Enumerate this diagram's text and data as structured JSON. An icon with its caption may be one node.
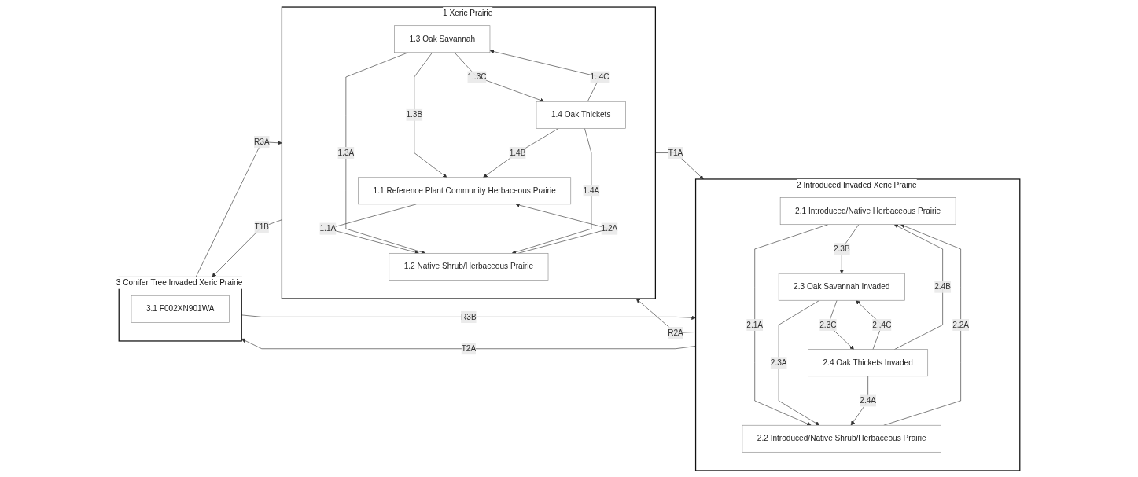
{
  "diagram": {
    "nodes": [
      {
        "text": [
          "1 Xeric Prairie"
        ]
      },
      {
        "text": [
          "1.1 Reference Plant Community Herbaceous Prairie"
        ],
        "in": 0
      },
      {
        "text": [
          "1.2 Native Shrub/Herbaceous Prairie"
        ],
        "in": 0
      },
      {
        "text": [
          "1.3 Oak Savannah"
        ],
        "in": 0
      },
      {
        "text": [
          "1.4 Oak Thickets"
        ],
        "in": 0
      },
      {
        "text": [
          "2 Introduced Invaded Xeric Prairie"
        ]
      },
      {
        "text": [
          "2.1 Introduced/Native Herbaceous Prairie"
        ],
        "in": 5
      },
      {
        "text": [
          "2.2 Introduced/Native Shrub/Herbaceous Prairie"
        ],
        "in": 5
      },
      {
        "text": [
          "2.3 Oak Savannah Invaded"
        ],
        "in": 5
      },
      {
        "text": [
          "2.4 Oak Thickets Invaded"
        ],
        "in": 5
      },
      {
        "text": [
          "3 Conifer Tree Invaded Xeric Prairie"
        ]
      },
      {
        "text": [
          "3.1 F002XN901WA"
        ],
        "in": 10
      }
    ],
    "edges": [
      {
        "from": 1,
        "to": 2,
        "arrow": "to",
        "label": "1.1A"
      },
      {
        "from": 2,
        "to": 1,
        "arrow": "to",
        "label": "1.2A"
      },
      {
        "from": 3,
        "to": 1,
        "arrow": "to",
        "label": "1.3B"
      },
      {
        "from": 3,
        "to": 2,
        "arrow": "to",
        "label": "1.3A"
      },
      {
        "from": 3,
        "to": 4,
        "arrow": "to",
        "label": "1..3C"
      },
      {
        "from": 4,
        "to": 3,
        "arrow": "to",
        "label": "1..4C"
      },
      {
        "from": 4,
        "to": 2,
        "arrow": "to",
        "label": "1.4A"
      },
      {
        "from": 4,
        "to": 1,
        "arrow": "to",
        "label": "1.4B"
      },
      {
        "from": 6,
        "to": 7,
        "arrow": "to",
        "label": "2.1A"
      },
      {
        "from": 7,
        "to": 6,
        "arrow": "to",
        "label": "2.2A"
      },
      {
        "from": 6,
        "to": 8,
        "arrow": "to",
        "label": "2.3B"
      },
      {
        "from": 8,
        "to": 7,
        "arrow": "to",
        "label": "2.3A"
      },
      {
        "from": 8,
        "to": 9,
        "arrow": "to",
        "label": "2.3C"
      },
      {
        "from": 9,
        "to": 8,
        "arrow": "to",
        "label": "2..4C"
      },
      {
        "from": 9,
        "to": 7,
        "arrow": "to",
        "label": "2.4A"
      },
      {
        "from": 9,
        "to": 6,
        "arrow": "to",
        "label": "2.4B"
      },
      {
        "from": 5,
        "to": 0,
        "arrow": "to",
        "label": "R2A"
      },
      {
        "from": 0,
        "to": 5,
        "arrow": "to",
        "label": "T1A"
      },
      {
        "from": 0,
        "to": 10,
        "arrow": "to",
        "label": "T1B"
      },
      {
        "from": 10,
        "to": 0,
        "arrow": "to",
        "label": "R3A"
      },
      {
        "from": 10,
        "to": 5,
        "arrow": "to",
        "label": "R3B"
      },
      {
        "from": 5,
        "to": 10,
        "arrow": "to",
        "label": "T2A"
      }
    ]
  }
}
